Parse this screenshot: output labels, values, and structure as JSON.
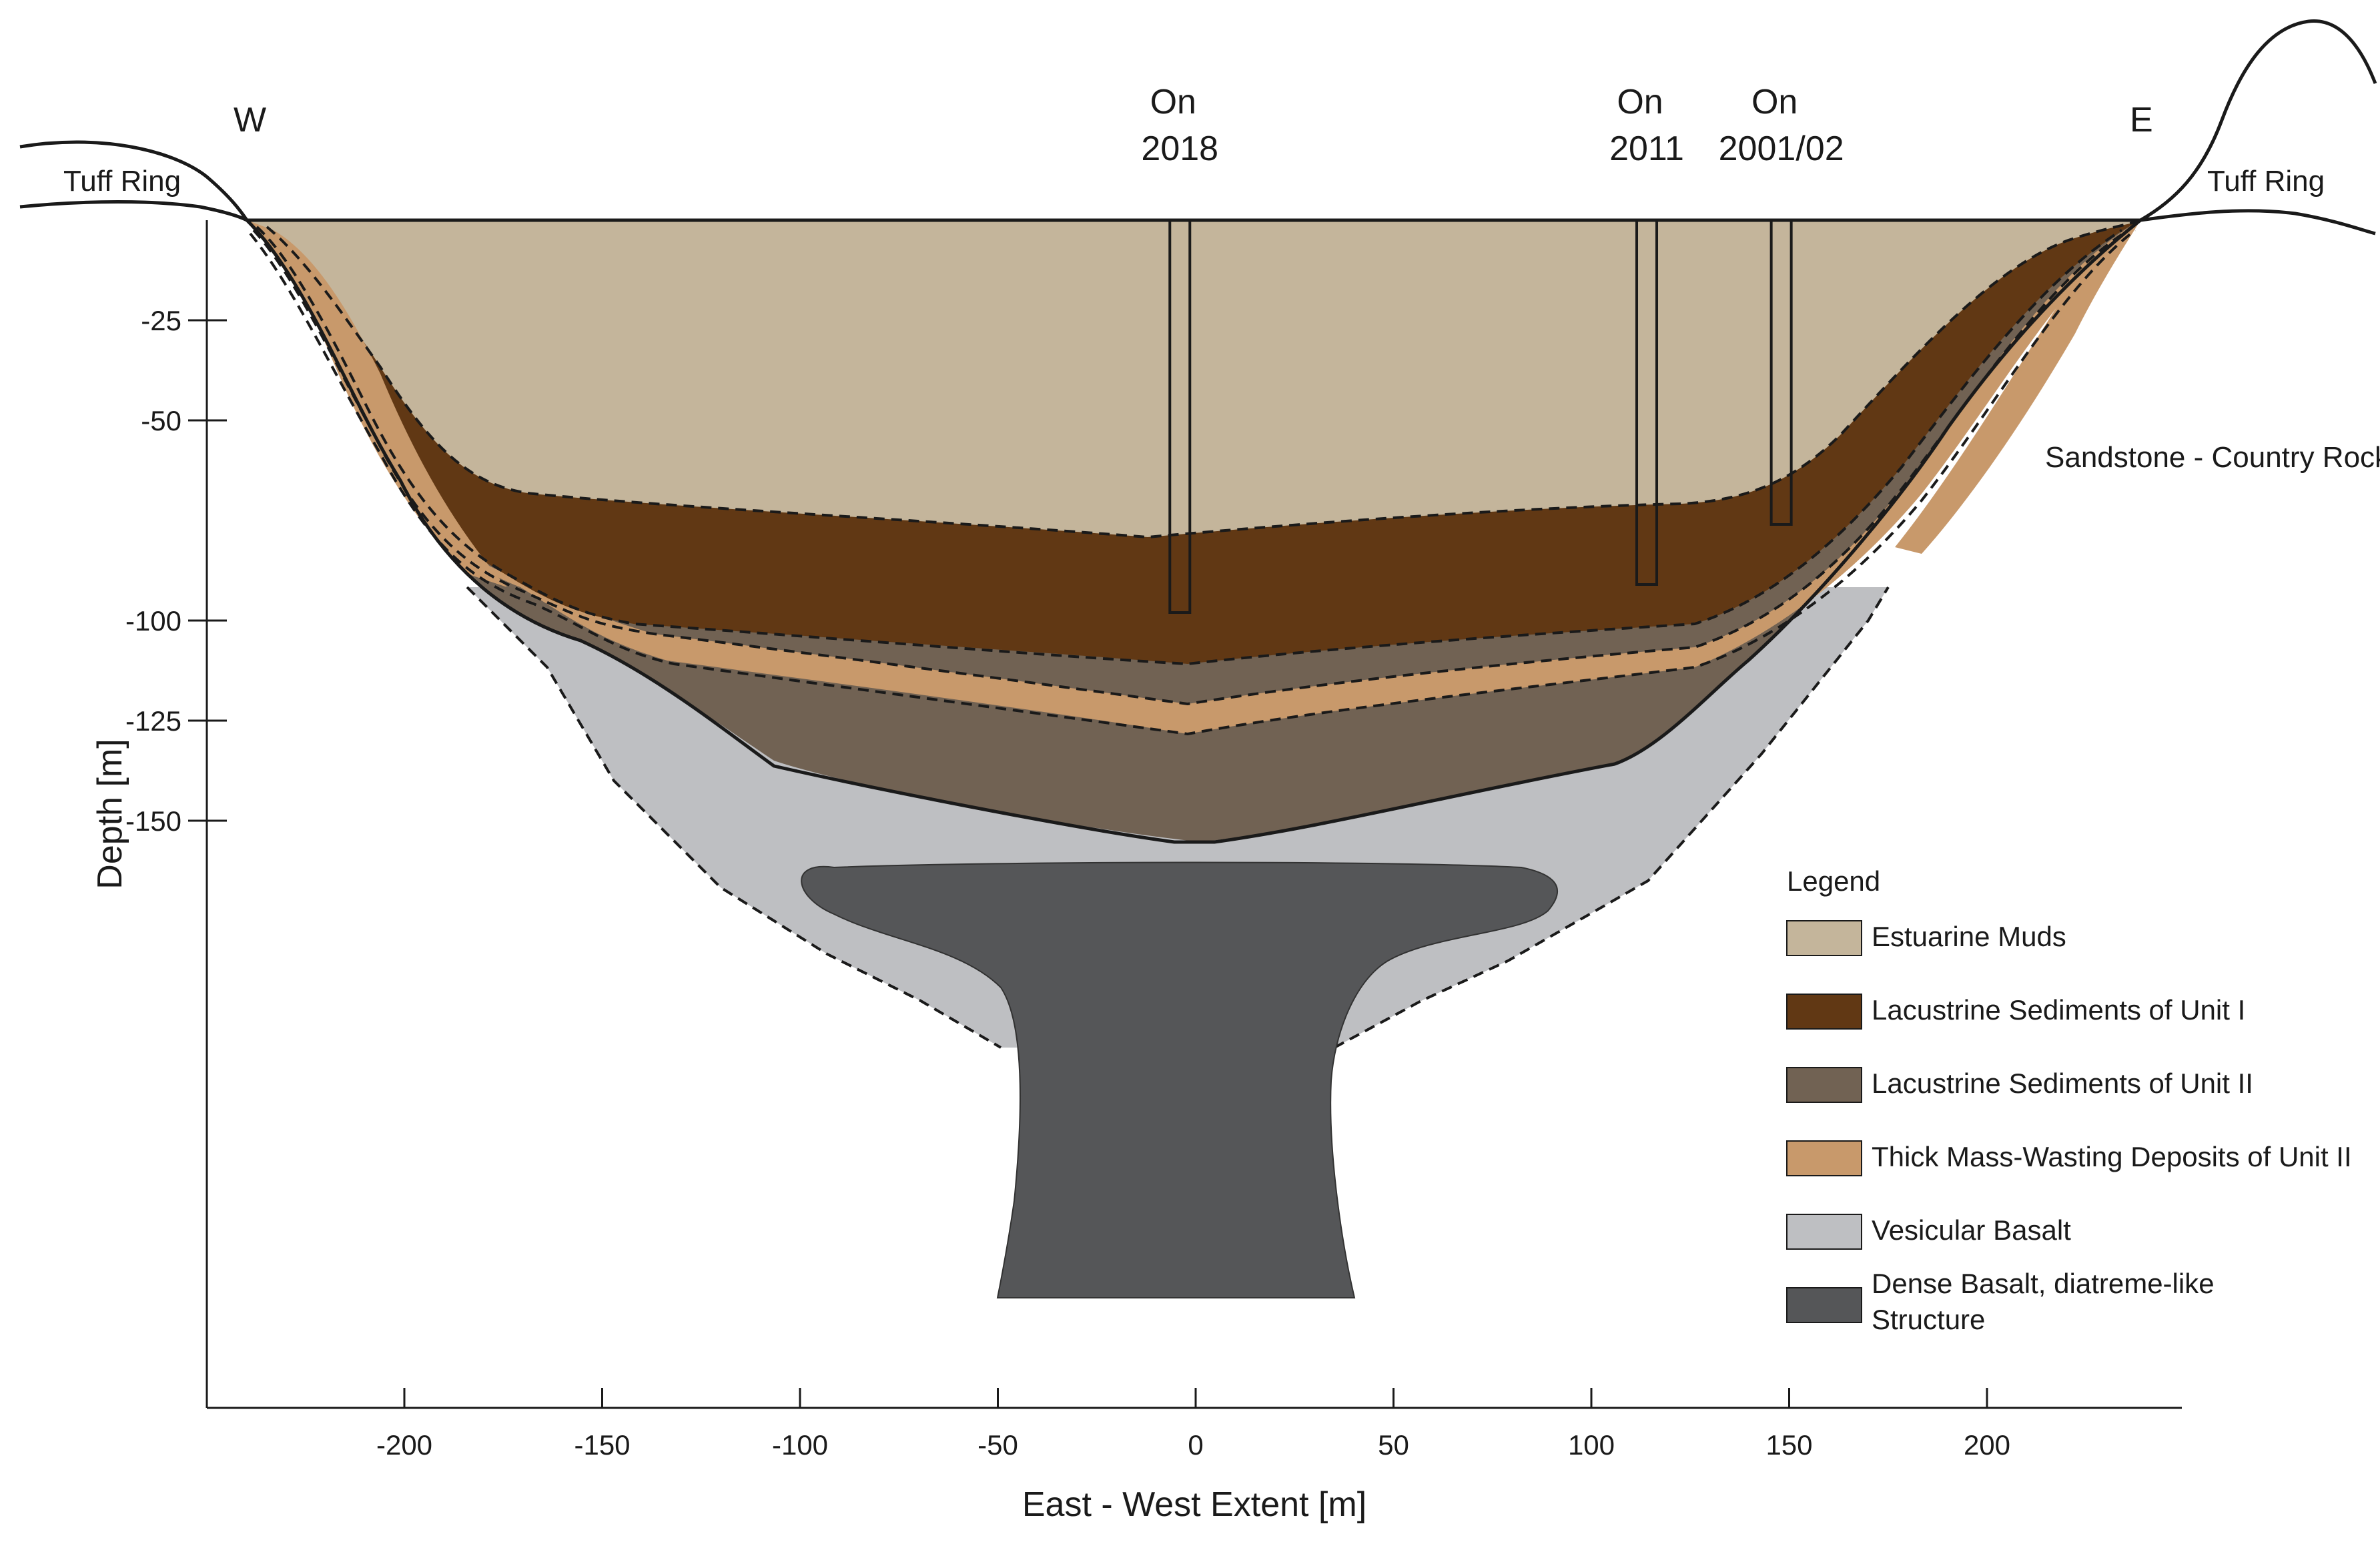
{
  "colors": {
    "estuarine_muds": "#c4b59b",
    "lacustrine_unit_i": "#613814",
    "lacustrine_unit_ii": "#716253",
    "mass_wasting_unit_ii": "#c8996b",
    "vesicular_basalt": "#bebfc2",
    "dense_basalt": "#555658"
  },
  "labels": {
    "west": "W",
    "east": "E",
    "tuff_ring_left": "Tuff Ring",
    "tuff_ring_right": "Tuff Ring",
    "country_rock": "Sandstone - Country Rock"
  },
  "cores": [
    {
      "line1": "On",
      "line2": "2018",
      "x": -4,
      "bottom_depth": 98
    },
    {
      "line1": "On",
      "line2": "2011",
      "x": 114,
      "bottom_depth": 91
    },
    {
      "line1": "On",
      "line2": "2001/02",
      "x": 148,
      "bottom_depth": 76
    }
  ],
  "axes": {
    "x_label": "East - West Extent [m]",
    "x_ticks": [
      "-200",
      "-150",
      "-100",
      "-50",
      "0",
      "50",
      "100",
      "150",
      "200"
    ],
    "y_label": "Depth [m]",
    "y_ticks": [
      "-25",
      "-50",
      "-100",
      "-125",
      "-150"
    ]
  },
  "legend": {
    "title": "Legend",
    "items": [
      {
        "label": "Estuarine Muds",
        "color": "#c4b59b"
      },
      {
        "label": "Lacustrine Sediments of Unit I",
        "color": "#613814"
      },
      {
        "label": "Lacustrine Sediments of Unit II",
        "color": "#716253"
      },
      {
        "label": "Thick Mass-Wasting Deposits of Unit II",
        "color": "#c8996b"
      },
      {
        "label": "Vesicular Basalt",
        "color": "#bebfc2"
      },
      {
        "label": "Dense Basalt, diatreme-like",
        "label2": "Structure",
        "color": "#555658"
      }
    ]
  }
}
